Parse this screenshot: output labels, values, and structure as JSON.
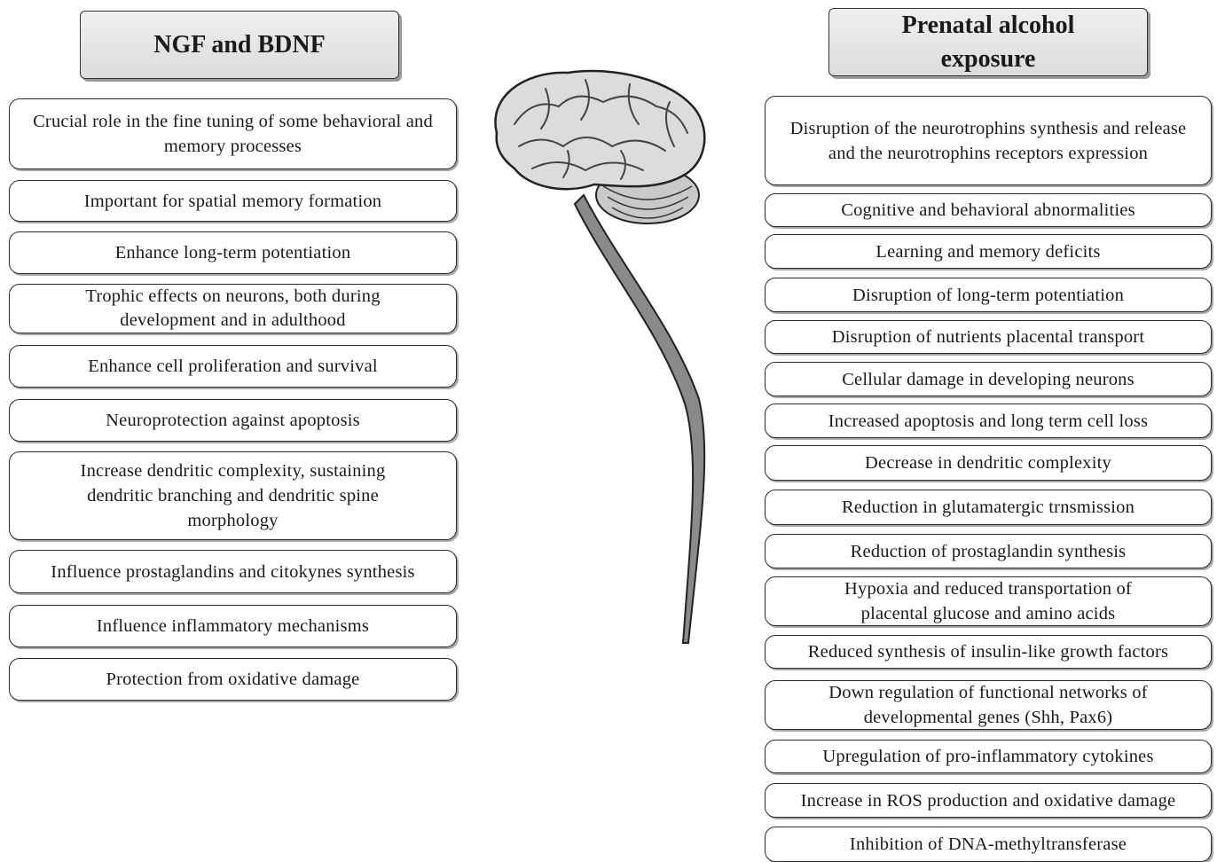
{
  "left_panel": {
    "title": "NGF and BDNF",
    "items": [
      "Crucial role in the fine tuning of some behavioral and memory processes",
      "Important for spatial memory formation",
      "Enhance long-term potentiation",
      "Trophic effects on neurons, both during development and in adulthood",
      "Enhance cell proliferation and survival",
      "Neuroprotection against apoptosis",
      "Increase dendritic complexity, sustaining dendritic branching and dendritic spine morphology",
      "Influence prostaglandins and citokynes synthesis",
      "Influence inflammatory mechanisms",
      "Protection from oxidative damage"
    ]
  },
  "right_panel": {
    "title": "Prenatal alcohol exposure",
    "items": [
      "Disruption of the neurotrophins synthesis and release and the neurotrophins receptors expression",
      "Cognitive and behavioral abnormalities",
      "Learning and memory deficits",
      "Disruption of long-term potentiation",
      "Disruption of nutrients placental transport",
      "Cellular damage in developing neurons",
      "Increased apoptosis and long term cell loss",
      "Decrease in dendritic complexity",
      "Reduction in glutamatergic trnsmission",
      "Reduction of prostaglandin synthesis",
      "Hypoxia and reduced transportation of placental glucose and amino acids",
      "Reduced synthesis of insulin-like growth factors",
      "Down regulation of functional networks of developmental genes (Shh, Pax6)",
      "Upregulation of pro-inflammatory cytokines",
      "Increase in ROS production and oxidative damage",
      "Inhibition of DNA-methyltransferase"
    ]
  },
  "illustration": {
    "icon": "brain-spinal-cord-icon"
  }
}
